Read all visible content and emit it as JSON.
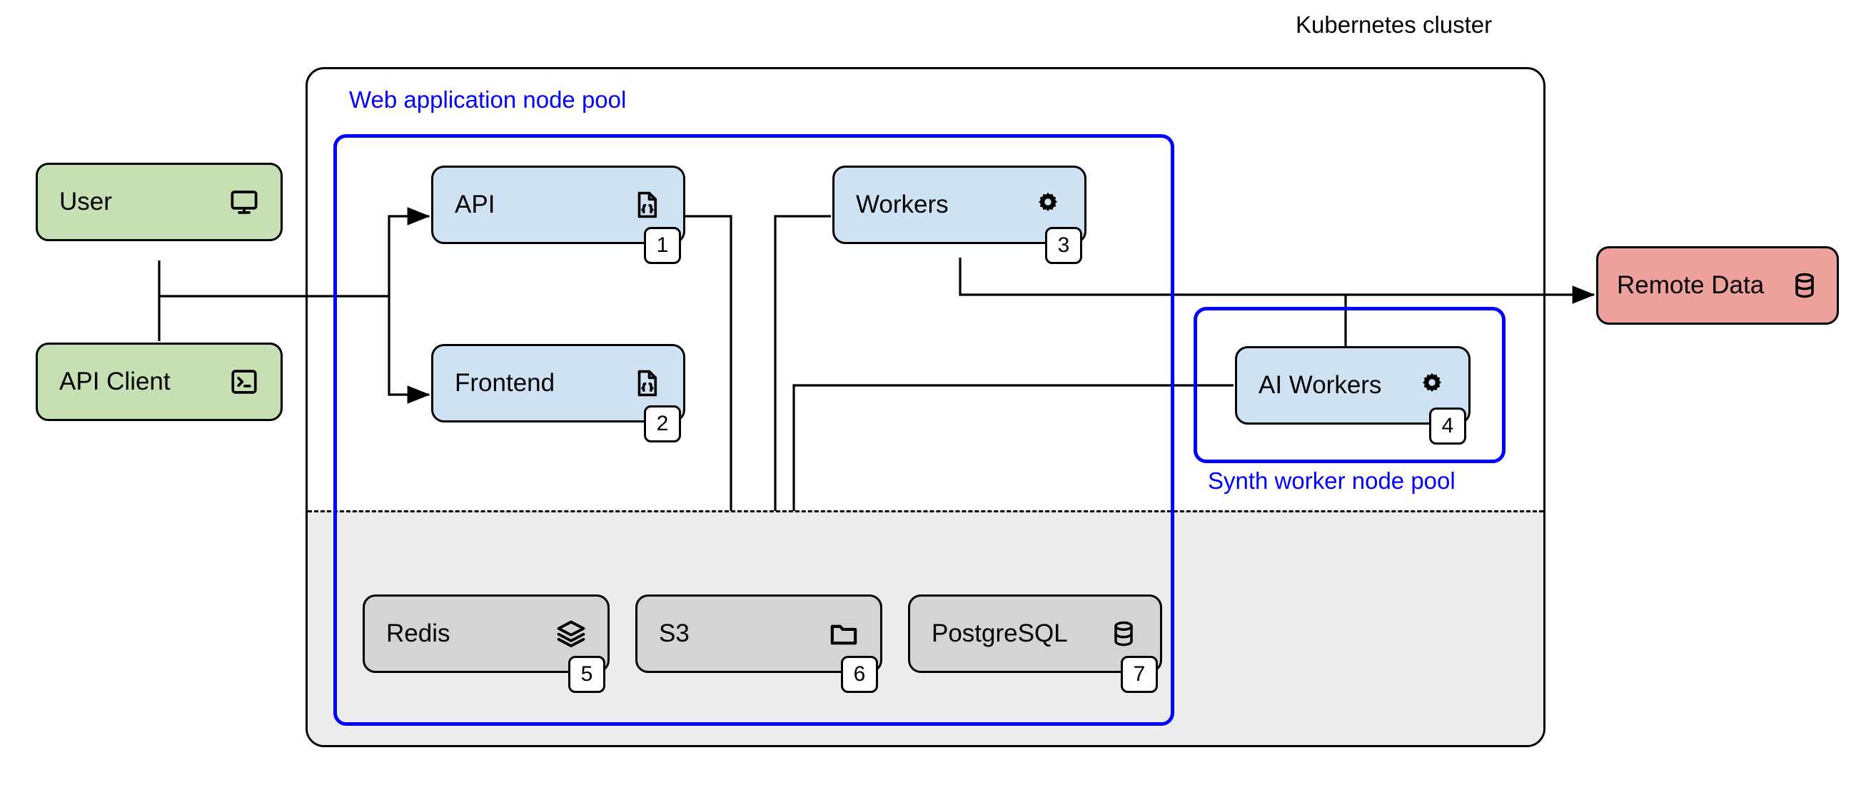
{
  "diagram": {
    "title": "Kubernetes cluster",
    "colors": {
      "pool_border": "#0000ff",
      "pool_label": "#0000ff",
      "cluster_border": "#000000",
      "actor_fill": "#c6e0b4",
      "service_fill": "#cfe2f3",
      "datastore_fill": "#d4d4d4",
      "remote_fill": "#eda09c",
      "storage_band": "#ececec",
      "edge": "#000000"
    },
    "pools": [
      {
        "id": "web-pool",
        "label": "Web application node pool",
        "label_position": "top-left-outside"
      },
      {
        "id": "synth-pool",
        "label": "Synth worker node pool",
        "label_position": "bottom-left-outside"
      }
    ],
    "nodes": [
      {
        "id": "user",
        "label": "User",
        "icon": "monitor-icon",
        "badge": null,
        "group": "actors",
        "fill": "green"
      },
      {
        "id": "api-client",
        "label": "API Client",
        "icon": "terminal-icon",
        "badge": null,
        "group": "actors",
        "fill": "green"
      },
      {
        "id": "api",
        "label": "API",
        "icon": "code-file-icon",
        "badge": "1",
        "group": "web-pool",
        "fill": "blue"
      },
      {
        "id": "frontend",
        "label": "Frontend",
        "icon": "code-file-icon",
        "badge": "2",
        "group": "web-pool",
        "fill": "blue"
      },
      {
        "id": "workers",
        "label": "Workers",
        "icon": "gear-icon",
        "badge": "3",
        "group": "web-pool",
        "fill": "blue"
      },
      {
        "id": "ai-workers",
        "label": "AI Workers",
        "icon": "gear-icon",
        "badge": "4",
        "group": "synth-pool",
        "fill": "blue"
      },
      {
        "id": "redis",
        "label": "Redis",
        "icon": "layers-icon",
        "badge": "5",
        "group": "storage",
        "fill": "gray"
      },
      {
        "id": "s3",
        "label": "S3",
        "icon": "folder-icon",
        "badge": "6",
        "group": "storage",
        "fill": "gray"
      },
      {
        "id": "postgresql",
        "label": "PostgreSQL",
        "icon": "database-icon",
        "badge": "7",
        "group": "storage",
        "fill": "gray"
      },
      {
        "id": "remote-data",
        "label": "Remote Data",
        "icon": "database-icon",
        "badge": null,
        "group": "external",
        "fill": "red"
      }
    ],
    "edges": [
      {
        "from": "user",
        "to": "api",
        "arrow": true
      },
      {
        "from": "user",
        "to": "frontend",
        "arrow": true
      },
      {
        "from": "api-client",
        "to": "api",
        "arrow": true
      },
      {
        "from": "api-client",
        "to": "frontend",
        "arrow": true
      },
      {
        "from": "api",
        "to": "s3",
        "arrow": true
      },
      {
        "from": "workers",
        "to": "redis",
        "arrow": true
      },
      {
        "from": "workers",
        "to": "remote-data",
        "arrow": true
      },
      {
        "from": "ai-workers",
        "to": "postgresql",
        "arrow": true
      },
      {
        "from": "ai-workers",
        "to": "remote-data",
        "arrow": true
      }
    ]
  }
}
